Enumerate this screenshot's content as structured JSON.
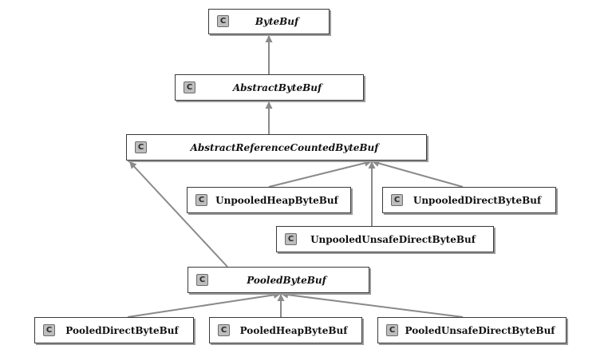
{
  "diagram": {
    "class_badge": "C",
    "classes": [
      {
        "id": "bytebuf",
        "label": "ByteBuf",
        "abstract": true
      },
      {
        "id": "abstractbytebuf",
        "label": "AbstractByteBuf",
        "abstract": true
      },
      {
        "id": "abstractreferencecountedbytebuf",
        "label": "AbstractReferenceCountedByteBuf",
        "abstract": true
      },
      {
        "id": "unpooledheapbytebuf",
        "label": "UnpooledHeapByteBuf",
        "abstract": false
      },
      {
        "id": "unpooleddirectbytebuf",
        "label": "UnpooledDirectByteBuf",
        "abstract": false
      },
      {
        "id": "unpooledunsafedirectbytebuf",
        "label": "UnpooledUnsafeDirectByteBuf",
        "abstract": false
      },
      {
        "id": "pooledbytebuf",
        "label": "PooledByteBuf",
        "abstract": true
      },
      {
        "id": "pooleddirectbytebuf",
        "label": "PooledDirectByteBuf",
        "abstract": false
      },
      {
        "id": "pooledheapbytebuf",
        "label": "PooledHeapByteBuf",
        "abstract": false
      },
      {
        "id": "pooledunsafedirectbytebuf",
        "label": "PooledUnsafeDirectByteBuf",
        "abstract": false
      }
    ],
    "inheritance": [
      {
        "child": "abstractbytebuf",
        "parent": "bytebuf"
      },
      {
        "child": "abstractreferencecountedbytebuf",
        "parent": "abstractbytebuf"
      },
      {
        "child": "unpooledheapbytebuf",
        "parent": "abstractreferencecountedbytebuf"
      },
      {
        "child": "unpooleddirectbytebuf",
        "parent": "abstractreferencecountedbytebuf"
      },
      {
        "child": "unpooledunsafedirectbytebuf",
        "parent": "abstractreferencecountedbytebuf"
      },
      {
        "child": "pooledbytebuf",
        "parent": "abstractreferencecountedbytebuf"
      },
      {
        "child": "pooleddirectbytebuf",
        "parent": "pooledbytebuf"
      },
      {
        "child": "pooledheapbytebuf",
        "parent": "pooledbytebuf"
      },
      {
        "child": "pooledunsafedirectbytebuf",
        "parent": "pooledbytebuf"
      }
    ],
    "colors": {
      "edge": "#8a8a8a",
      "arrowhead": "#8a8a8a",
      "badge": "#bdbdbd",
      "border": "#3a3a3a"
    }
  }
}
